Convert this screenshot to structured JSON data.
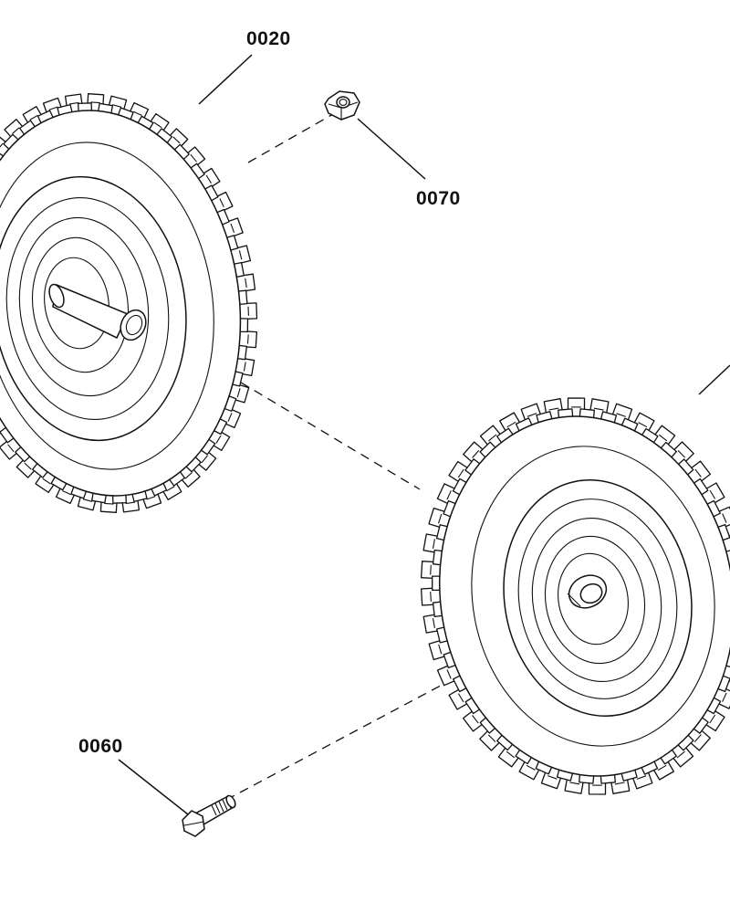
{
  "parts": [
    {
      "id": "wheel-upper",
      "label": "0020"
    },
    {
      "id": "hex-nut",
      "label": "0070"
    },
    {
      "id": "hex-bolt",
      "label": "0060"
    }
  ]
}
